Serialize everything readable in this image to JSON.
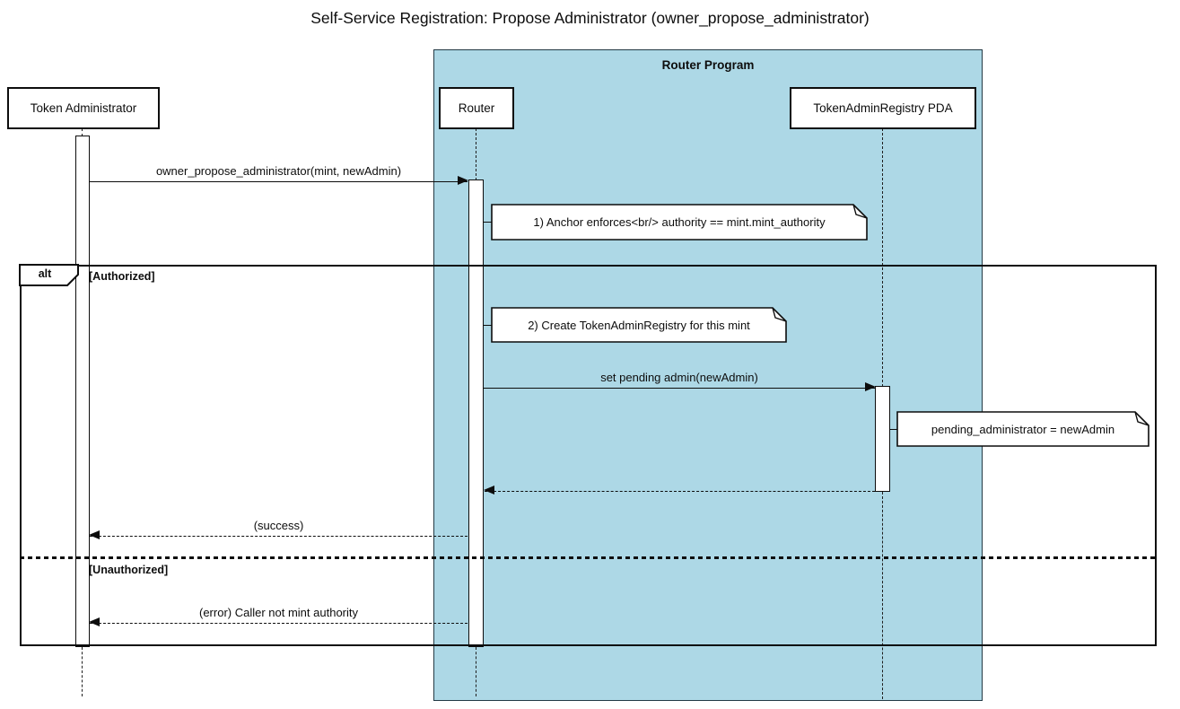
{
  "title": "Self-Service Registration: Propose Administrator (owner_propose_administrator)",
  "colors": {
    "program_container_fill": "#ADD8E6",
    "line": "#0D0D0D",
    "note_fill": "#FFFFFF",
    "background": "#FFFFFF"
  },
  "container": {
    "label": "Router Program"
  },
  "participants": {
    "token_admin": "Token Administrator",
    "router": "Router",
    "pda": "TokenAdminRegistry PDA"
  },
  "messages": {
    "propose": "owner_propose_administrator(mint, newAdmin)",
    "set_pending": "set pending admin(newAdmin)",
    "success": "(success)",
    "error": "(error) Caller not mint authority"
  },
  "notes": {
    "anchor_enforces": "1) Anchor enforces<br/> authority == mint.mint_authority",
    "create_registry": "2) Create TokenAdminRegistry for this mint",
    "pending_admin": "pending_administrator = newAdmin"
  },
  "alt": {
    "label": "alt",
    "authorized": "[Authorized]",
    "unauthorized": "[Unauthorized]"
  }
}
